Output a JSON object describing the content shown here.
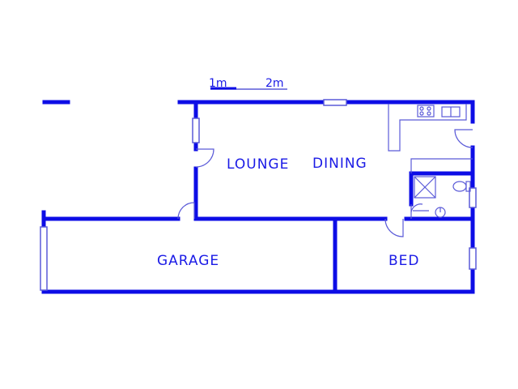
{
  "scale_bar": {
    "label_1": "1m",
    "label_2": "2m"
  },
  "rooms": {
    "lounge": "LOUNGE",
    "dining": "DINING",
    "garage": "GARAGE",
    "bed": "BED"
  },
  "colors": {
    "wall": "#0d0de6",
    "fixture": "#5a5ad8",
    "text": "#1a1ae6"
  }
}
